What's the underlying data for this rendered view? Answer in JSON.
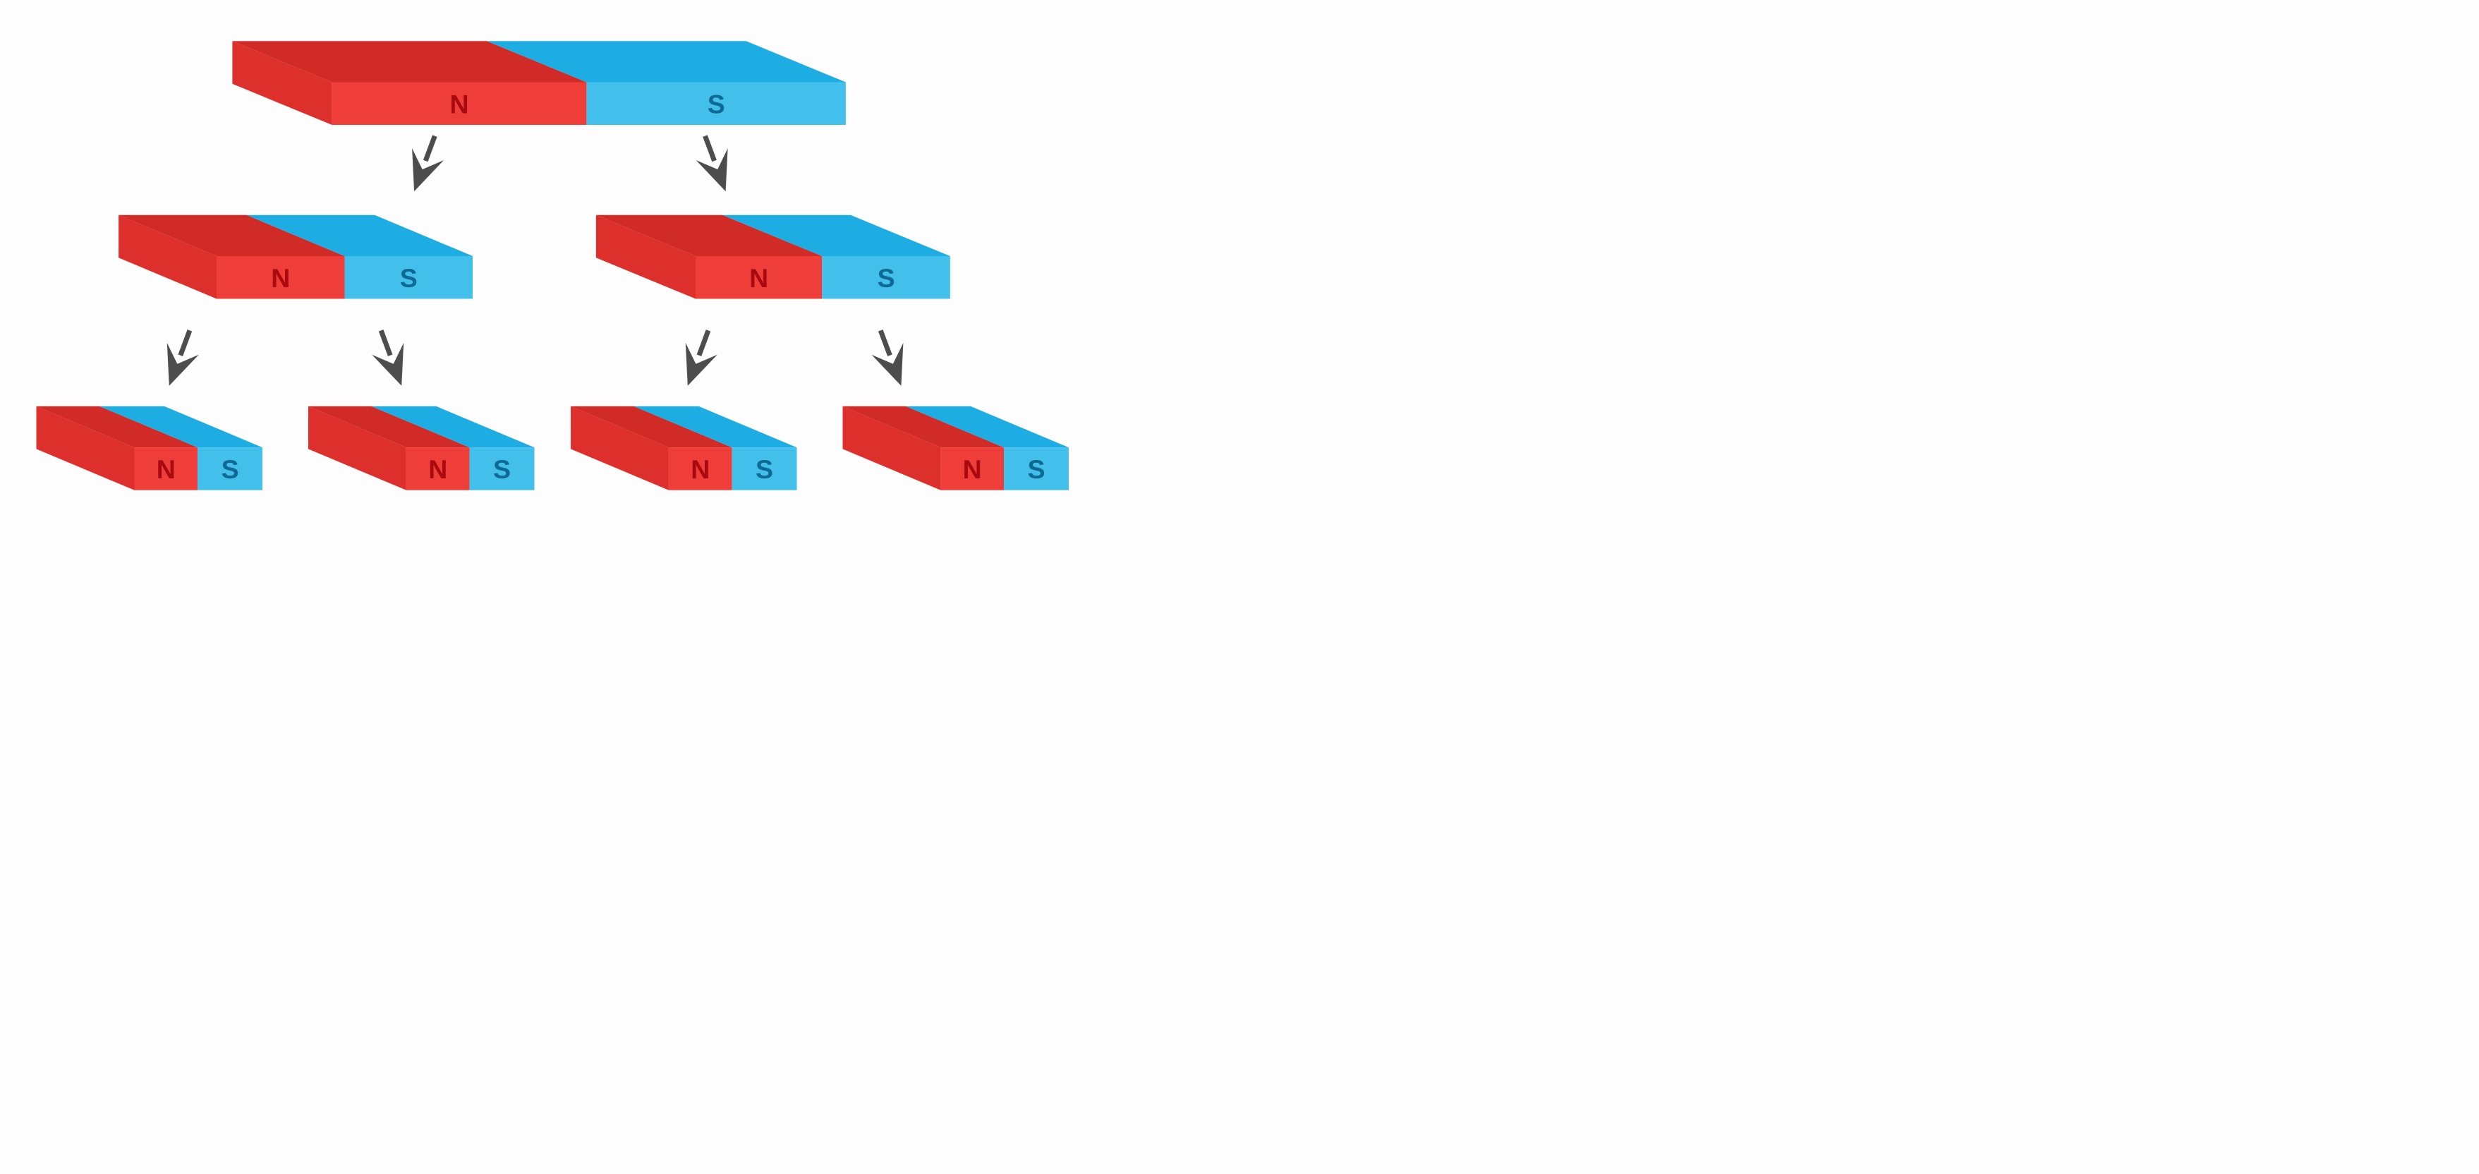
{
  "colors": {
    "background": "#fdfdfd",
    "north_front": "#ef3e3a",
    "north_top": "#d02b27",
    "north_side": "#dd302d",
    "north_text": "#a80a0f",
    "south_front": "#43bfec",
    "south_top": "#1dade3",
    "south_text": "#0f6a93",
    "arrow": "#4d4d4d"
  },
  "magnets": [
    {
      "id": "level-1-magnet",
      "north_label": "N",
      "south_label": "S"
    },
    {
      "id": "level-2-magnet-left",
      "north_label": "N",
      "south_label": "S"
    },
    {
      "id": "level-2-magnet-right",
      "north_label": "N",
      "south_label": "S"
    },
    {
      "id": "level-3-magnet-1",
      "north_label": "N",
      "south_label": "S"
    },
    {
      "id": "level-3-magnet-2",
      "north_label": "N",
      "south_label": "S"
    },
    {
      "id": "level-3-magnet-3",
      "north_label": "N",
      "south_label": "S"
    },
    {
      "id": "level-3-magnet-4",
      "north_label": "N",
      "south_label": "S"
    }
  ],
  "arrows": [
    {
      "id": "arrow-1-to-2-left"
    },
    {
      "id": "arrow-1-to-2-right"
    },
    {
      "id": "arrow-2left-to-3-1"
    },
    {
      "id": "arrow-2left-to-3-2"
    },
    {
      "id": "arrow-2right-to-3-3"
    },
    {
      "id": "arrow-2right-to-3-4"
    }
  ]
}
